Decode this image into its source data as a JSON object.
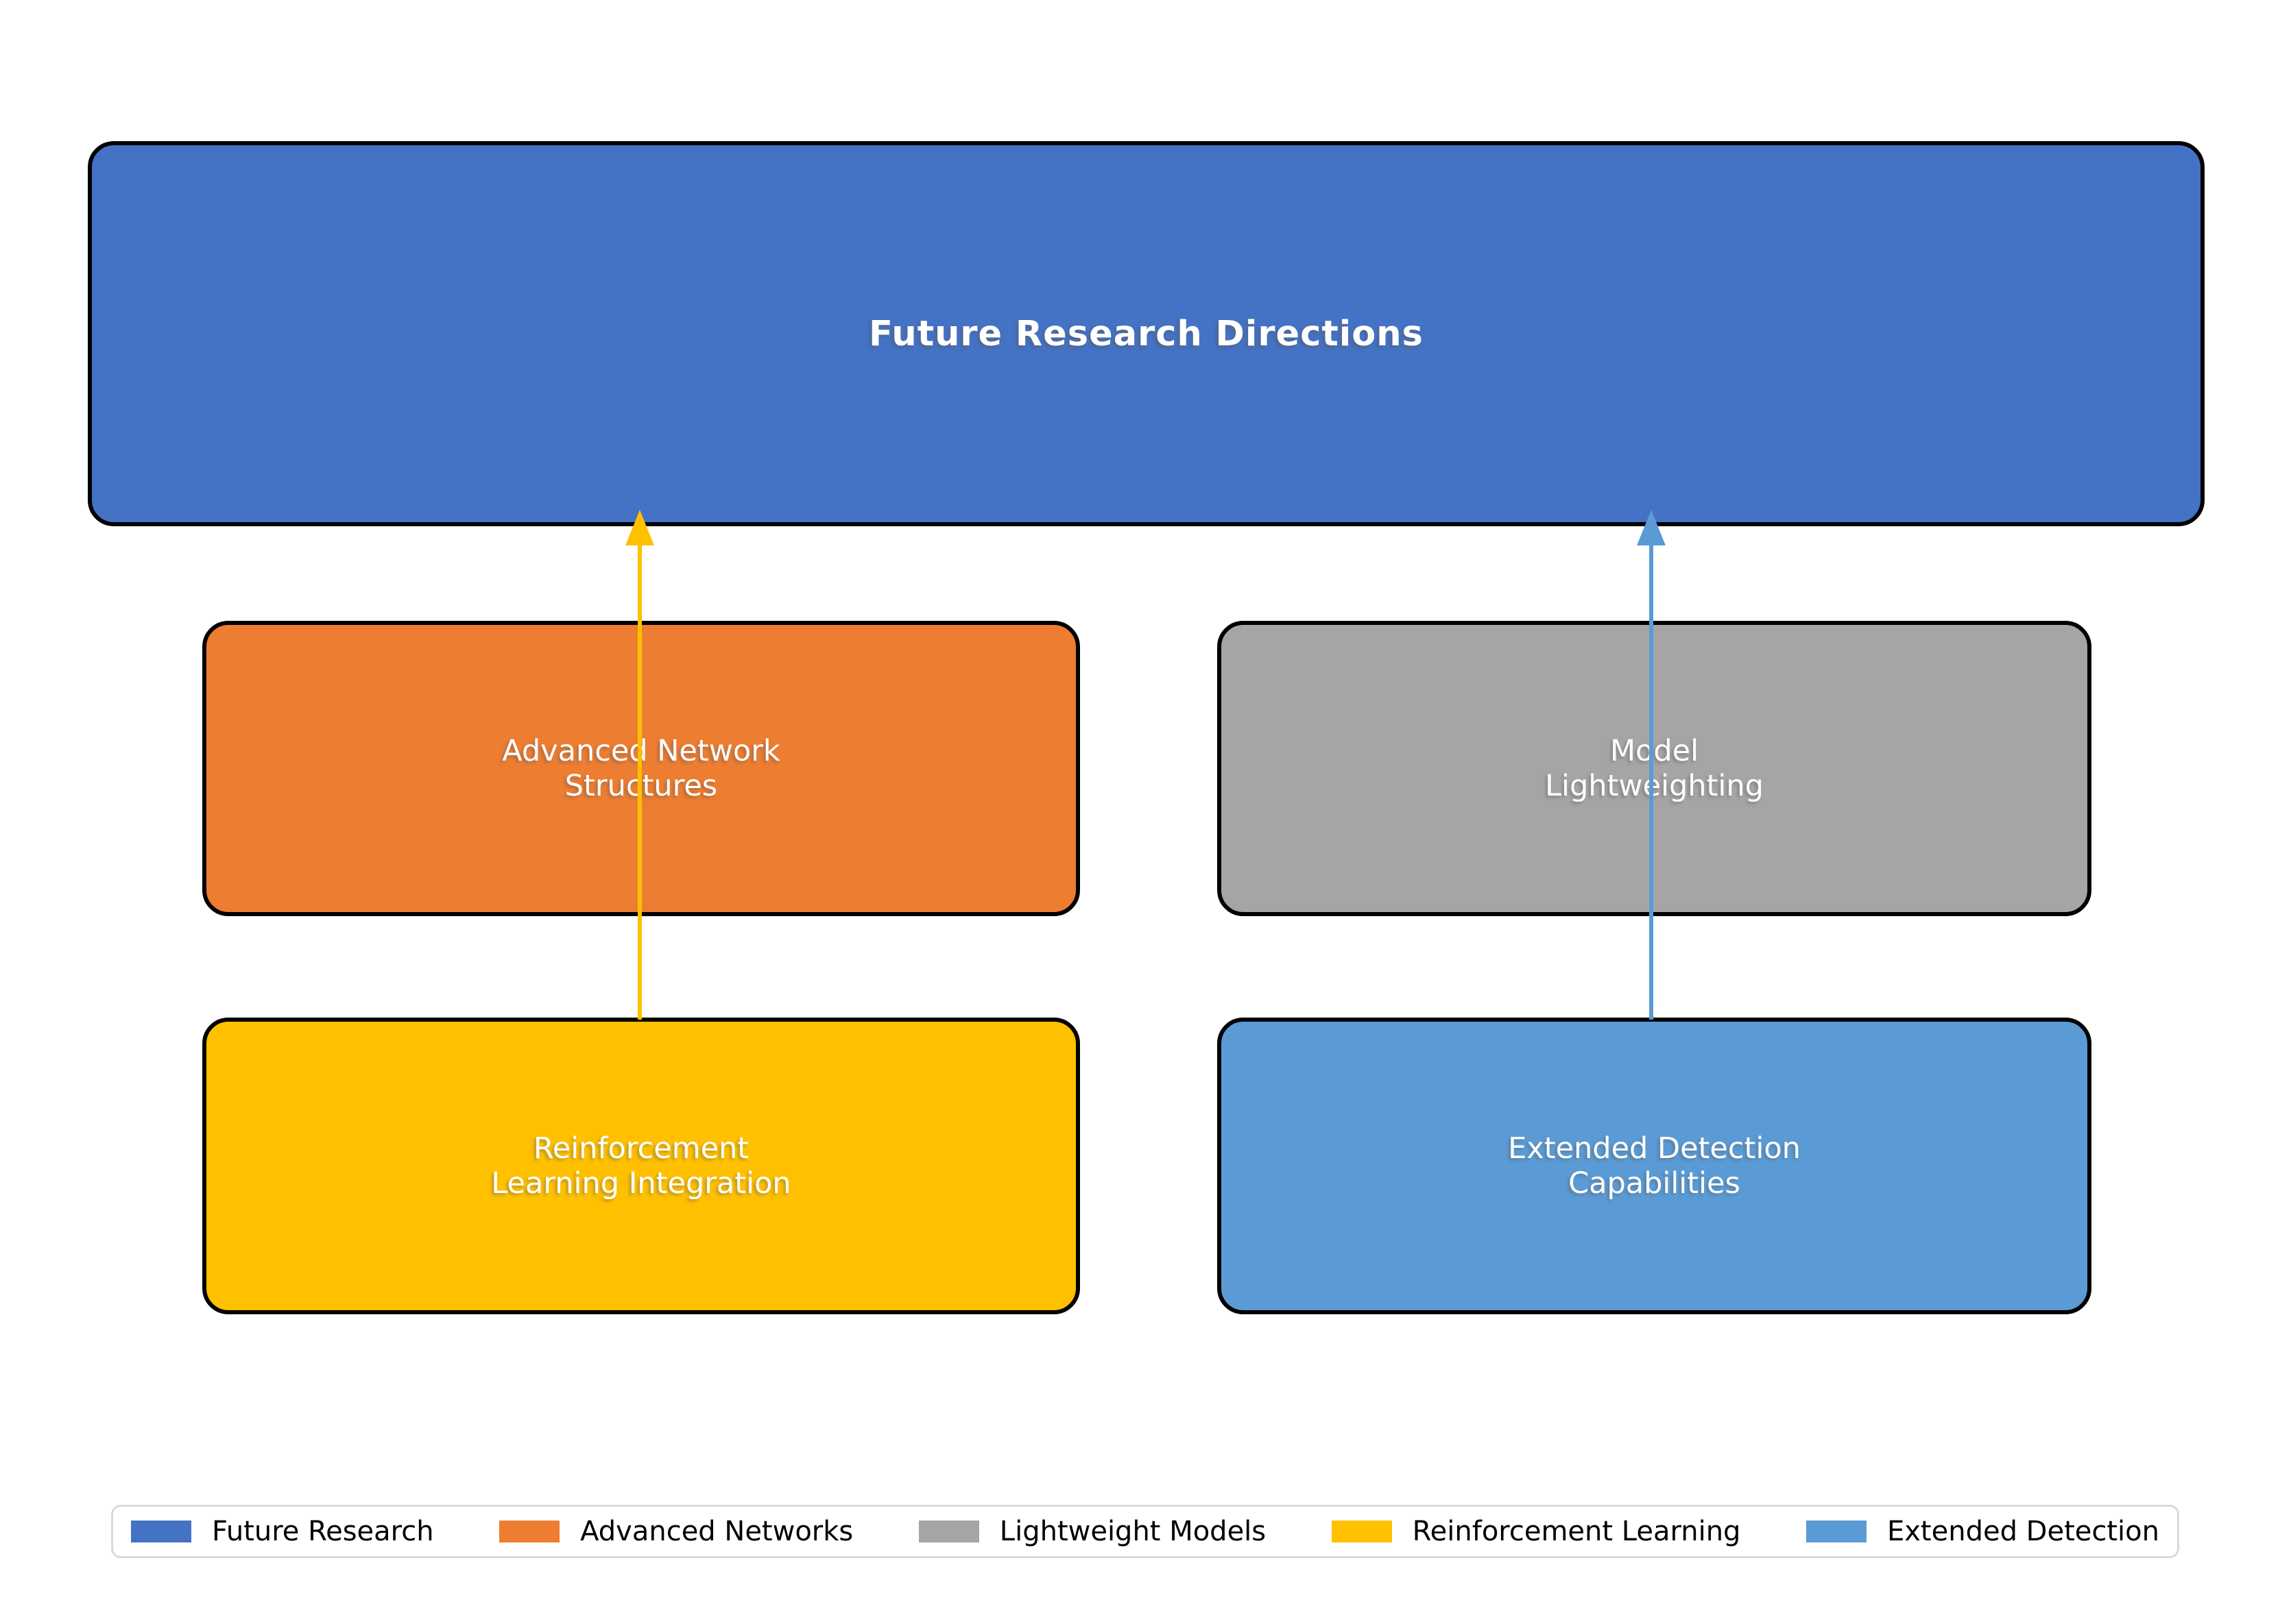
{
  "figure": {
    "background_color": "#ffffff",
    "border_color": "#000000",
    "title_node": {
      "label": "Future Research Directions",
      "color": "#4472C4",
      "text_color": "#ffffff"
    },
    "nodes": [
      {
        "id": "advanced-networks",
        "label": "Advanced Network\nStructures",
        "color": "#ED7D31"
      },
      {
        "id": "model-lightweighting",
        "label": "Model\nLightweighting",
        "color": "#A5A5A5"
      },
      {
        "id": "reinforcement-learning",
        "label": "Reinforcement\nLearning Integration",
        "color": "#FFC000"
      },
      {
        "id": "extended-detection",
        "label": "Extended Detection\nCapabilities",
        "color": "#5B9BD5"
      }
    ],
    "arrows": [
      {
        "id": "reinforcement-to-future",
        "from": "Reinforcement Learning Integration",
        "to": "Future Research Directions",
        "color": "#FFC000"
      },
      {
        "id": "extended-to-future",
        "from": "Extended Detection Capabilities",
        "to": "Future Research Directions",
        "color": "#5B9BD5"
      }
    ],
    "legend": {
      "items": [
        {
          "label": "Future Research",
          "color": "#4472C4"
        },
        {
          "label": "Advanced Networks",
          "color": "#ED7D31"
        },
        {
          "label": "Lightweight Models",
          "color": "#A5A5A5"
        },
        {
          "label": "Reinforcement Learning",
          "color": "#FFC000"
        },
        {
          "label": "Extended Detection",
          "color": "#5B9BD5"
        }
      ]
    }
  }
}
